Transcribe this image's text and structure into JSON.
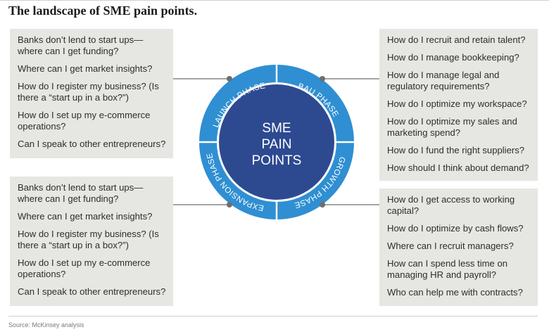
{
  "title": "The landscape of SME pain points.",
  "center_label": [
    "SME",
    "PAIN",
    "POINTS"
  ],
  "phases": {
    "launch": "LAUNCH PHASE",
    "bau": "BAU PHASE",
    "growth": "GROWTH PHASE",
    "expansion": "EXPANSION PHASE"
  },
  "boxes": {
    "top_left": [
      "Banks don’t lend to start ups—where can I get funding?",
      "Where can I get market insights?",
      "How do I register my business? (Is there a “start up in a box?”)",
      "How do I set up my e-commerce operations?",
      "Can I speak to other entrepreneurs?"
    ],
    "bottom_left": [
      "Banks don’t lend to start ups—where can I get funding?",
      "Where can I get market insights?",
      "How do I register my business? (Is there a “start up in a box?”)",
      "How do I set up my e-commerce operations?",
      "Can I speak to other entrepreneurs?"
    ],
    "top_right": [
      "How do I recruit and retain talent?",
      "How do I manage bookkeeping?",
      "How do I manage legal and regulatory requirements?",
      "How do I optimize my workspace?",
      "How do I optimize my sales and marketing spend?",
      "How do I fund the right suppliers?",
      "How should I think about demand?"
    ],
    "bottom_right": [
      "How do I get access to working capital?",
      "How do I optimize by cash flows?",
      "Where can I recruit managers?",
      "How can I spend less time on managing HR and payroll?",
      "Who can help me with contracts?"
    ]
  },
  "colors": {
    "ring": "#2f8fd2",
    "center": "#2d4a91",
    "box": "#e6e6e3",
    "connector": "#6e6e6e"
  },
  "source": "Source: McKinsey analysis"
}
